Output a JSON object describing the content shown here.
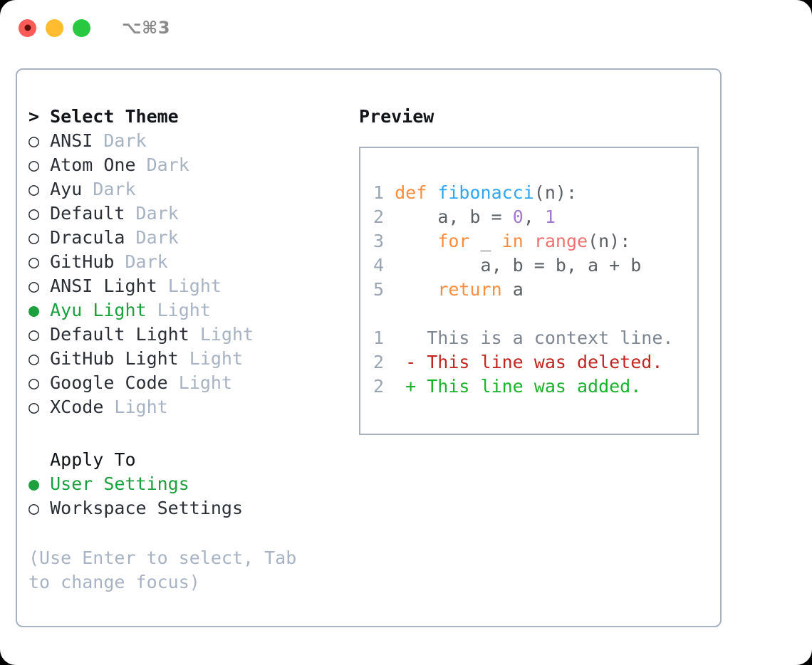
{
  "window": {
    "traffic_lights": [
      "close",
      "minimize",
      "maximize"
    ],
    "shortcut": "⌥⌘3"
  },
  "theme_picker": {
    "heading": "> Select Theme",
    "items": [
      {
        "marker": "○",
        "label": "ANSI",
        "tag": "Dark",
        "selected": false
      },
      {
        "marker": "○",
        "label": "Atom One",
        "tag": "Dark",
        "selected": false
      },
      {
        "marker": "○",
        "label": "Ayu",
        "tag": "Dark",
        "selected": false
      },
      {
        "marker": "○",
        "label": "Default",
        "tag": "Dark",
        "selected": false
      },
      {
        "marker": "○",
        "label": "Dracula",
        "tag": "Dark",
        "selected": false
      },
      {
        "marker": "○",
        "label": "GitHub",
        "tag": "Dark",
        "selected": false
      },
      {
        "marker": "○",
        "label": "ANSI Light",
        "tag": "Light",
        "selected": false
      },
      {
        "marker": "●",
        "label": "Ayu Light",
        "tag": "Light",
        "selected": true
      },
      {
        "marker": "○",
        "label": "Default Light",
        "tag": "Light",
        "selected": false
      },
      {
        "marker": "○",
        "label": "GitHub Light",
        "tag": "Light",
        "selected": false
      },
      {
        "marker": "○",
        "label": "Google Code",
        "tag": "Light",
        "selected": false
      },
      {
        "marker": "○",
        "label": "XCode",
        "tag": "Light",
        "selected": false
      }
    ]
  },
  "apply_to": {
    "heading": "  Apply To",
    "items": [
      {
        "marker": "●",
        "label": "User Settings",
        "selected": true
      },
      {
        "marker": "○",
        "label": "Workspace Settings",
        "selected": false
      }
    ]
  },
  "hint": "(Use Enter to select, Tab to change focus)",
  "preview": {
    "title": "Preview",
    "code": {
      "lines": [
        {
          "no": "1",
          "tokens": [
            {
              "t": "def",
              "c": "kw"
            },
            {
              "t": " ",
              "c": "plain"
            },
            {
              "t": "fibonacci",
              "c": "fn"
            },
            {
              "t": "(n):",
              "c": "plain"
            }
          ]
        },
        {
          "no": "2",
          "tokens": [
            {
              "t": "    a, b = ",
              "c": "plain"
            },
            {
              "t": "0",
              "c": "num"
            },
            {
              "t": ", ",
              "c": "plain"
            },
            {
              "t": "1",
              "c": "num"
            }
          ]
        },
        {
          "no": "3",
          "tokens": [
            {
              "t": "    ",
              "c": "plain"
            },
            {
              "t": "for",
              "c": "kw"
            },
            {
              "t": " _ ",
              "c": "plain"
            },
            {
              "t": "in",
              "c": "kw"
            },
            {
              "t": " ",
              "c": "plain"
            },
            {
              "t": "range",
              "c": "bi"
            },
            {
              "t": "(n):",
              "c": "plain"
            }
          ]
        },
        {
          "no": "4",
          "tokens": [
            {
              "t": "        a, b = b, a + b",
              "c": "plain"
            }
          ]
        },
        {
          "no": "5",
          "tokens": [
            {
              "t": "    ",
              "c": "plain"
            },
            {
              "t": "return",
              "c": "kw"
            },
            {
              "t": " a",
              "c": "plain"
            }
          ]
        }
      ]
    },
    "diff": {
      "lines": [
        {
          "no": "1",
          "sign": " ",
          "text": "This is a context line.",
          "kind": "diff-ctx"
        },
        {
          "no": "2",
          "sign": "-",
          "text": "This line was deleted.",
          "kind": "diff-del"
        },
        {
          "no": "2",
          "sign": "+",
          "text": "This line was added.",
          "kind": "diff-add"
        }
      ]
    }
  },
  "colors": {
    "accent_green": "#1aa03c",
    "border": "#a7b2c0",
    "muted": "#a7b3c2",
    "keyword": "#fa8d3e",
    "function": "#2fa6f2",
    "number": "#a37acc",
    "builtin": "#f07171",
    "diff_add": "#19b32b",
    "diff_del": "#c0261f"
  }
}
